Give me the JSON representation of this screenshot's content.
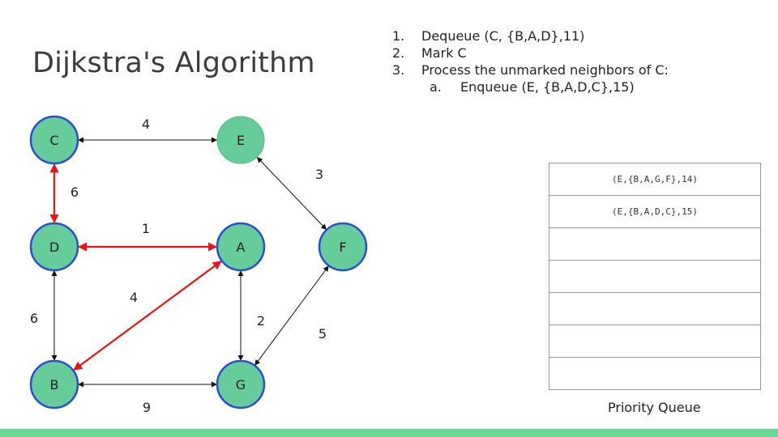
{
  "title": "Dijkstra's Algorithm",
  "steps": [
    {
      "num": "1.",
      "text": "Dequeue (C, {B,A,D},11)"
    },
    {
      "num": "2.",
      "text": "Mark C"
    },
    {
      "num": "3.",
      "text": "Process the unmarked neighbors of C:"
    },
    {
      "num": "a.",
      "text": "Enqueue (E, {B,A,D,C},15)"
    }
  ],
  "graph": {
    "nodes": [
      "C",
      "E",
      "D",
      "A",
      "F",
      "B",
      "G"
    ],
    "edges": [
      {
        "from": "C",
        "to": "E",
        "weight": "4",
        "highlighted": false
      },
      {
        "from": "C",
        "to": "D",
        "weight": "6",
        "highlighted": true
      },
      {
        "from": "D",
        "to": "A",
        "weight": "1",
        "highlighted": true
      },
      {
        "from": "E",
        "to": "F",
        "weight": "3",
        "highlighted": false
      },
      {
        "from": "A",
        "to": "B",
        "weight": "4",
        "highlighted": true
      },
      {
        "from": "D",
        "to": "B",
        "weight": "6",
        "highlighted": false
      },
      {
        "from": "A",
        "to": "G",
        "weight": "2",
        "highlighted": false
      },
      {
        "from": "G",
        "to": "F",
        "weight": "5",
        "highlighted": false
      },
      {
        "from": "B",
        "to": "G",
        "weight": "9",
        "highlighted": false
      }
    ],
    "colors": {
      "node_fill": "#66cc99",
      "node_border": "#2a4dd8",
      "highlight_edge": "#ee1111",
      "normal_edge": "#111111"
    }
  },
  "priority_queue": {
    "label": "Priority Queue",
    "rows": [
      "(E,{B,A,G,F},14)",
      "(E,{B,A,D,C},15)",
      "",
      "",
      "",
      "",
      ""
    ]
  }
}
